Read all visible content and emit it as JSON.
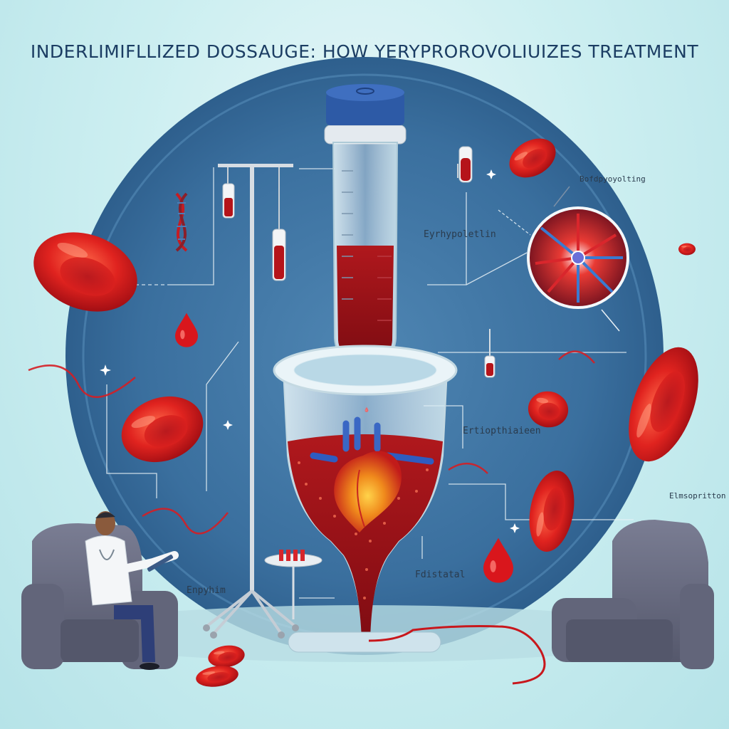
{
  "title": "INDERLIMIFLLIZED DOSSAUGE: HOW YERYPROROVOLIUIZES TREATMENT",
  "labels": {
    "top_right": "Bofdpyoyolting",
    "upper_center": "Eyrhypoletlin",
    "middle_right": "Ertiopthiaieen",
    "right_edge": "Elmsopritton",
    "lower_center": "Fdistatal",
    "lower_left": "Enpyhim"
  },
  "colors": {
    "background": "#cdeff1",
    "circle": "#3a6f9e",
    "blood_red": "#c8171c",
    "cell_highlight": "#f24a3c",
    "chair": "#6d7084",
    "title_text": "#1b3d63"
  },
  "icons": [
    "red-blood-cell-icon",
    "blood-drop-icon",
    "dna-helix-icon",
    "iv-stand-icon",
    "syringe-icon",
    "heart-icon",
    "armchair-icon",
    "doctor-figure-icon",
    "cell-closeup-icon",
    "test-tube-icon"
  ]
}
